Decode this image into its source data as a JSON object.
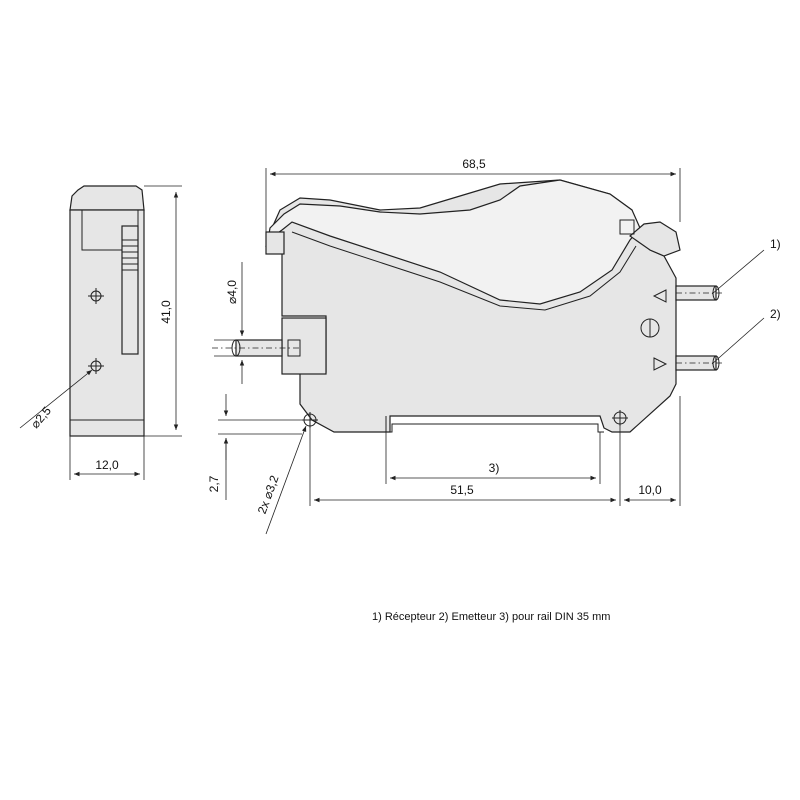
{
  "dimensions": {
    "overall_length": "68,5",
    "height": "41,0",
    "width": "12,0",
    "hole_side": "⌀2,5",
    "fiber_diameter": "⌀4,0",
    "mount_holes": "2x ⌀3,2",
    "rail_offset": "2,7",
    "hole_spacing": "51,5",
    "end_offset": "10,0"
  },
  "callouts": {
    "c1": "1)",
    "c2": "2)",
    "c3": "3)"
  },
  "legend": "1) Récepteur  2) Emetteur  3) pour rail DIN 35 mm"
}
